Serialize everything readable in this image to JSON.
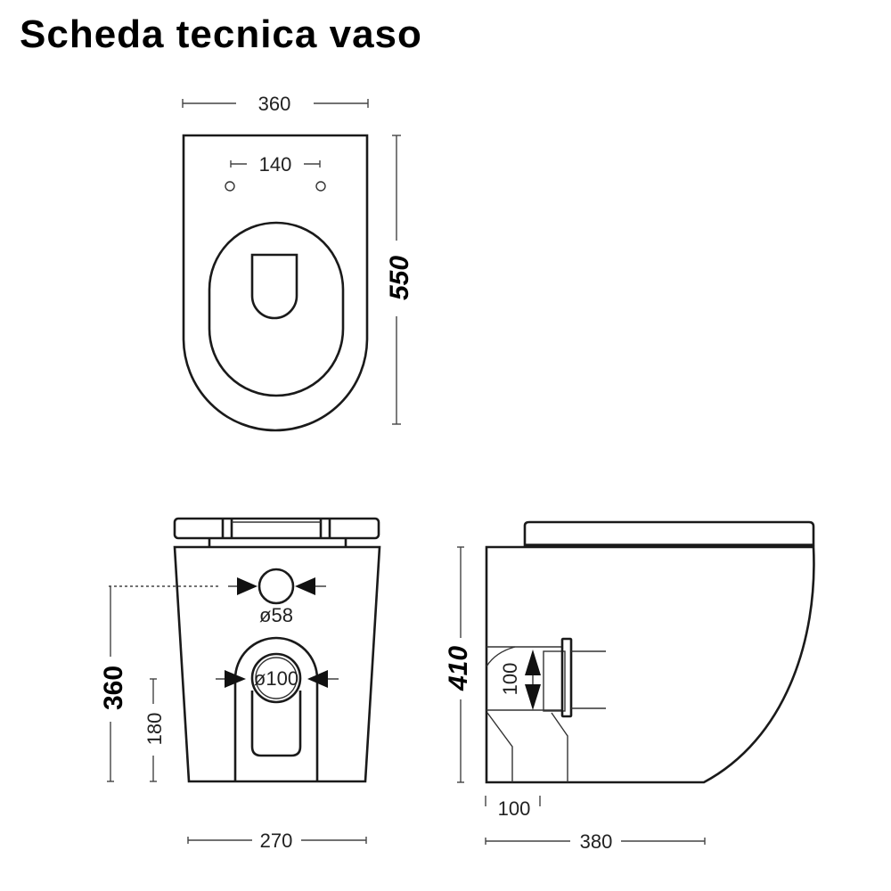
{
  "title": "Scheda tecnica vaso",
  "top_view": {
    "width_label": "360",
    "hinge_spacing_label": "140",
    "length_label": "550"
  },
  "front_view": {
    "inlet_diameter_label": "ø58",
    "outlet_diameter_label": "ø100",
    "inlet_height_label": "360",
    "outlet_height_label": "180",
    "width_label": "270"
  },
  "side_view": {
    "height_label": "410",
    "outlet_size_label": "100",
    "outlet_offset_label": "100",
    "depth_label": "380"
  }
}
